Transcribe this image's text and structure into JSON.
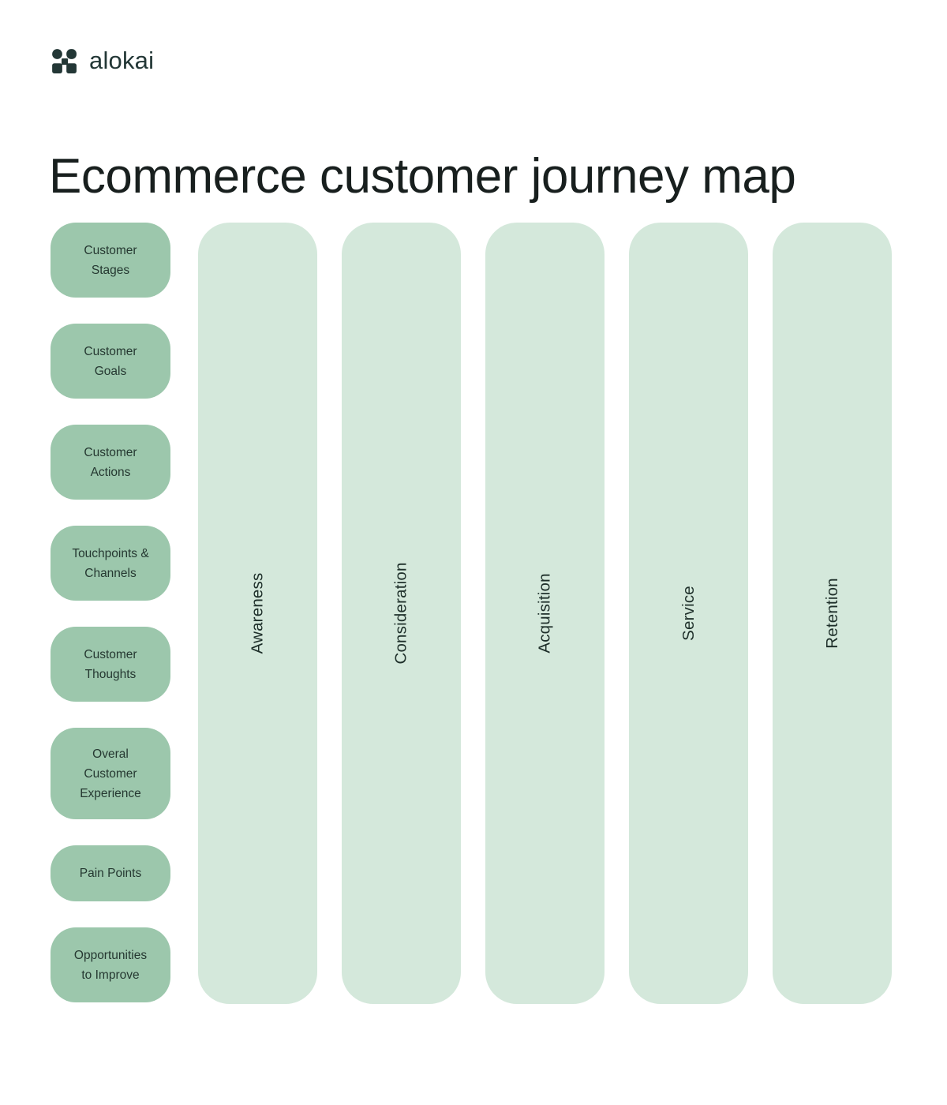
{
  "brand": {
    "wordmark": "alokai"
  },
  "title": "Ecommerce customer journey map",
  "journey": {
    "row_labels": [
      {
        "label": "Customer\nStages"
      },
      {
        "label": "Customer\nGoals"
      },
      {
        "label": "Customer\nActions"
      },
      {
        "label": "Touchpoints &\nChannels"
      },
      {
        "label": "Customer\nThoughts"
      },
      {
        "label": "Overal\nCustomer\nExperience"
      },
      {
        "label": "Pain Points"
      },
      {
        "label": "Opportunities\nto Improve"
      }
    ],
    "stages": [
      {
        "label": "Awareness"
      },
      {
        "label": "Consideration"
      },
      {
        "label": "Acquisition"
      },
      {
        "label": "Service"
      },
      {
        "label": "Retention"
      }
    ]
  },
  "colors": {
    "background": "#FFFFFF",
    "row_pill_green": "#9CC7AC",
    "stage_column_mint": "#D4E8DB",
    "pill_text": "#253831",
    "stage_text": "#1E2F2A",
    "title_text": "#181F1E",
    "logo": "#233736"
  }
}
